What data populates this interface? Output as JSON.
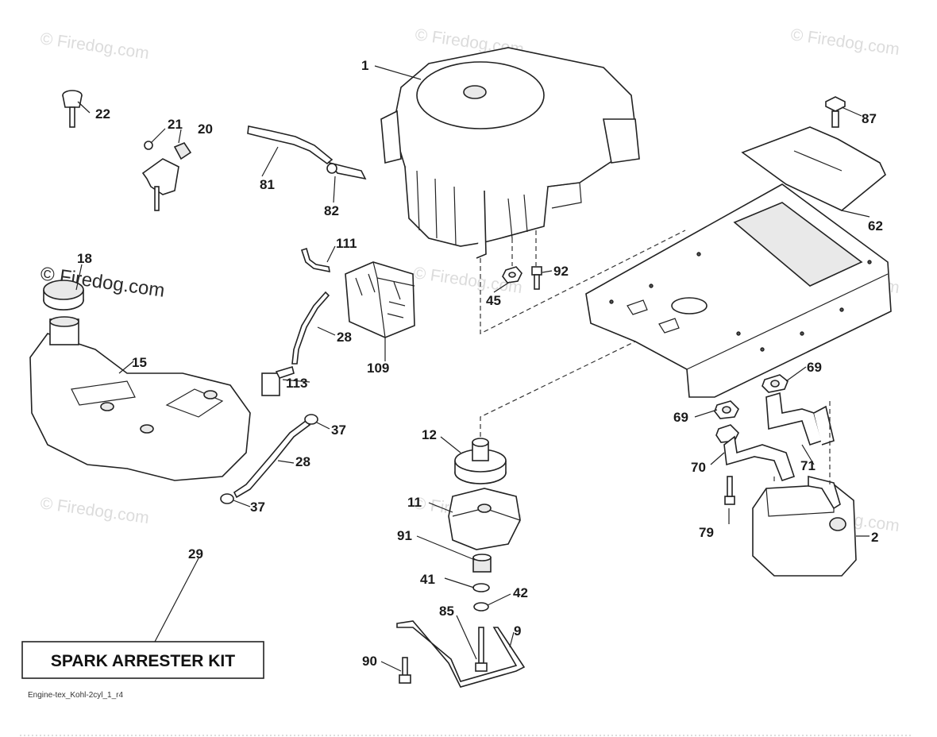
{
  "watermark": {
    "text": "© Firedog.com"
  },
  "kit_label": "SPARK ARRESTER KIT",
  "diagram_code": "Engine-tex_Kohl-2cyl_1_r4",
  "callouts": {
    "c1": "1",
    "c2": "2",
    "c9": "9",
    "c11": "11",
    "c12": "12",
    "c15": "15",
    "c18": "18",
    "c20": "20",
    "c21": "21",
    "c22": "22",
    "c28a": "28",
    "c28b": "28",
    "c29": "29",
    "c37a": "37",
    "c37b": "37",
    "c41": "41",
    "c42": "42",
    "c45": "45",
    "c62": "62",
    "c69a": "69",
    "c69b": "69",
    "c70": "70",
    "c71": "71",
    "c79": "79",
    "c81": "81",
    "c82": "82",
    "c85": "85",
    "c87": "87",
    "c90": "90",
    "c91": "91",
    "c92": "92",
    "c109": "109",
    "c111": "111",
    "c113": "113"
  }
}
